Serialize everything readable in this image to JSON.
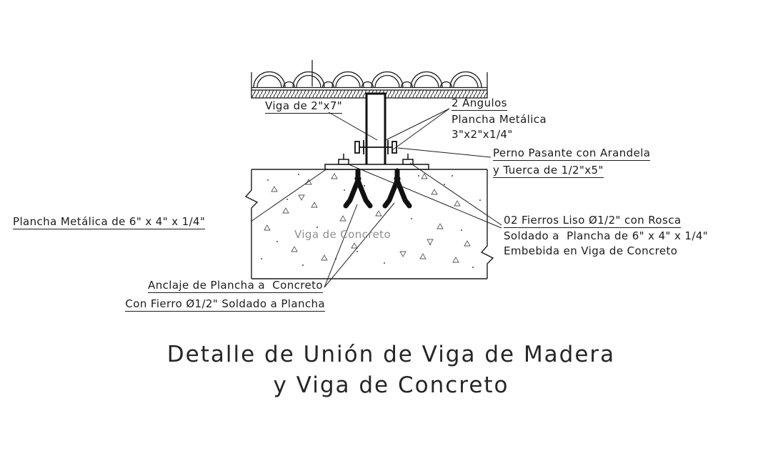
{
  "colors": {
    "ink": "#1c1c1c",
    "muted_text": "#8f8f8f",
    "background": "#ffffff"
  },
  "labels": {
    "wood_beam": "Viga de 2\"x7\"",
    "angles": {
      "line1": "2 Ángulos",
      "line2": "Plancha Metálica",
      "line3": "3\"x2\"x1/4\""
    },
    "through_bolt": {
      "line1": "Perno Pasante con Arandela",
      "line2": "y Tuerca de 1/2\"x5\""
    },
    "left_plate": "Plancha Metálica de 6\" x 4\" x 1/4\"",
    "concrete_beam": "Viga de Concreto",
    "rods": {
      "line1": "02 Fierros Liso Ø1/2\" con Rosca",
      "line2": "Soldado a  Plancha de 6\" x 4\" x 1/4\"",
      "line3": "Embebida en Viga de Concreto"
    },
    "anchor": {
      "line1": "Anclaje de Plancha a  Concreto",
      "line2": "Con Fierro Ø1/2\" Soldado a Plancha"
    }
  },
  "title": {
    "line1": "Detalle de Unión de Viga de Madera",
    "line2": "y Viga de Concreto"
  }
}
